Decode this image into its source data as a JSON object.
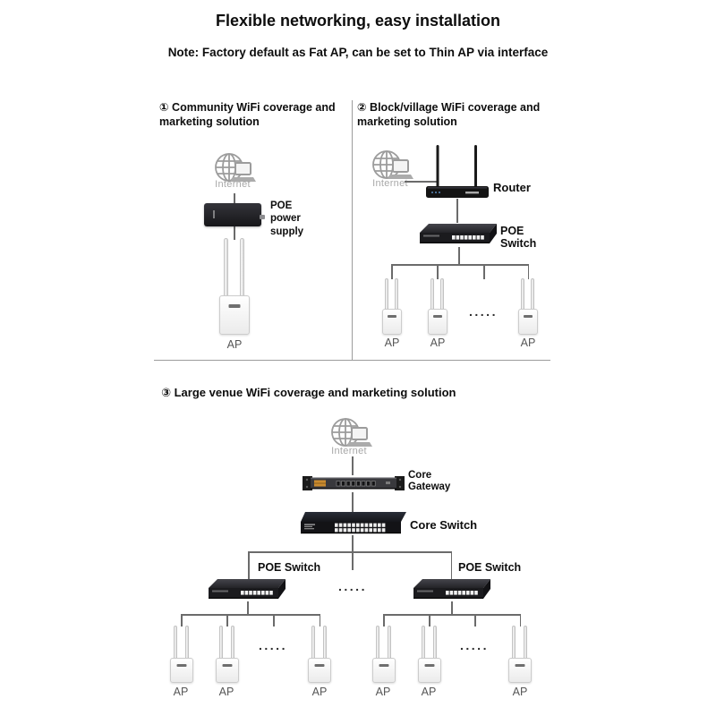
{
  "page": {
    "title": "Flexible networking, easy installation",
    "note": "Note: Factory default as Fat AP, can be set to Thin AP via interface"
  },
  "colors": {
    "text": "#0d0d0d",
    "muted_gray": "#a8a8a8",
    "ap_label_gray": "#565656",
    "connector_line": "#6b6b6b",
    "divider": "#9c9c9c",
    "device_dark": "#17171a",
    "gateway_tag_orange": "#c98a2e"
  },
  "sections": {
    "s1": {
      "heading": "① Community WiFi coverage and marketing solution",
      "internet": "Internet",
      "poe_injector": "POE power supply",
      "ap": "AP"
    },
    "s2": {
      "heading": "② Block/village WiFi coverage and marketing solution",
      "internet": "Internet",
      "router": "Router",
      "poe_switch": "POE Switch",
      "ellipsis": ".....",
      "aps": [
        "AP",
        "AP",
        "AP"
      ]
    },
    "s3": {
      "heading": "③ Large venue WiFi coverage and marketing solution",
      "internet": "Internet",
      "core_gateway": "Core Gateway",
      "core_switch": "Core Switch",
      "poe_switch_left": "POE Switch",
      "poe_switch_right": "POE Switch",
      "ellipsis_mid": ".....",
      "ellipsis_left": ".....",
      "ellipsis_right": ".....",
      "aps_left": [
        "AP",
        "AP",
        "AP"
      ],
      "aps_right": [
        "AP",
        "AP",
        "AP"
      ]
    }
  }
}
